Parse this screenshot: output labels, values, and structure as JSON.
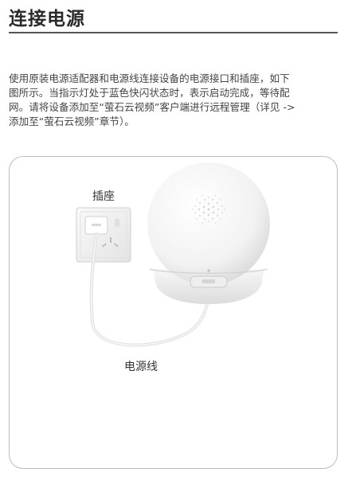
{
  "page": {
    "title": "连接电源",
    "paragraph_lines": [
      "使用原装电源适配器和电源线连接设备的电源接口和插座，如下",
      "图所示。当指示灯处于蓝色快闪状态时，表示启动完成，等待配",
      "网。请将设备添加至“萤石云视频”客户端进行远程管理（详见 ->",
      "添加至“萤石云视频”章节）。"
    ]
  },
  "figure": {
    "socket_label": "插座",
    "cable_label": "电源线",
    "camera_color": "#f4f4f4",
    "cable_color": "#e6e6e6"
  }
}
